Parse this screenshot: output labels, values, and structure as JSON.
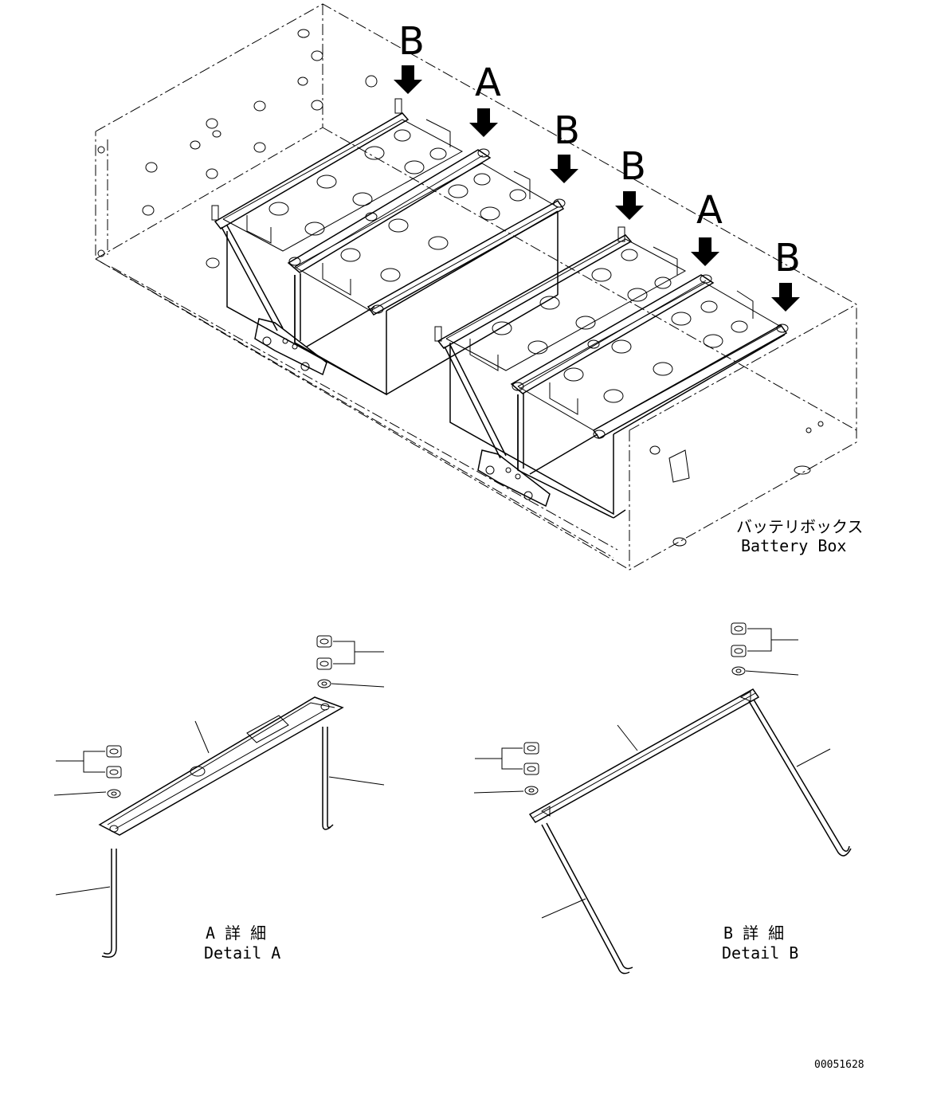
{
  "callouts": {
    "b1": "B",
    "a1": "A",
    "b2": "B",
    "b3": "B",
    "a2": "A",
    "b4": "B"
  },
  "battery_box": {
    "label_jp": "バッテリボックス",
    "label_en": "Battery Box"
  },
  "detail_a": {
    "label_jp": "A 詳 細",
    "label_en": "Detail A"
  },
  "detail_b": {
    "label_jp": "B 詳 細",
    "label_en": "Detail B"
  },
  "drawing_number": "00051628"
}
